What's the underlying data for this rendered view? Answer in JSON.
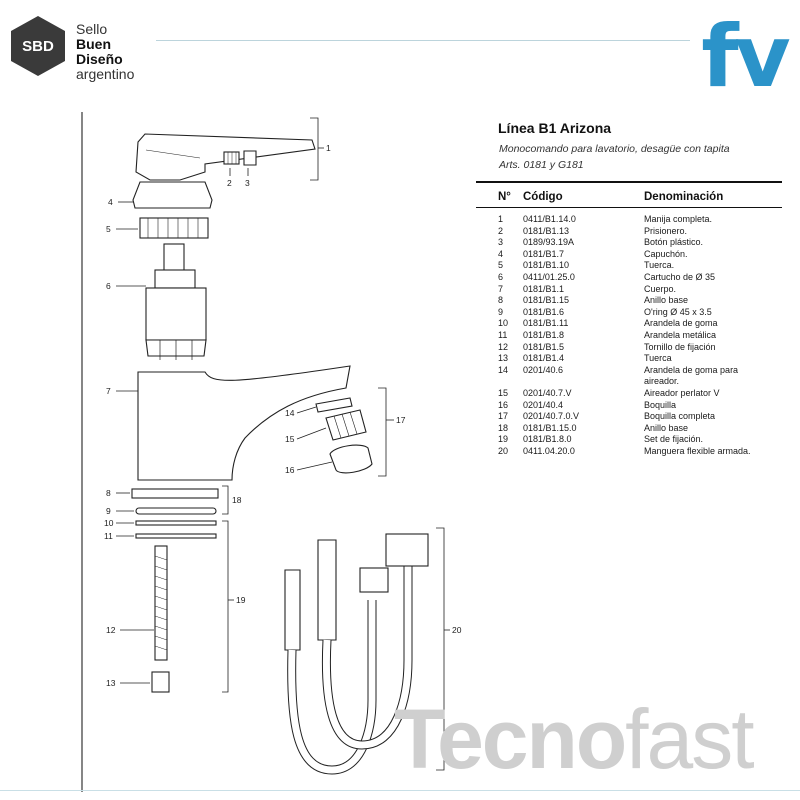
{
  "header": {
    "badge_text": "SBD",
    "sello_lines": [
      "Sello",
      "Buen",
      "Diseño",
      "argentino"
    ],
    "brand_logo_text": "fv"
  },
  "title": "Línea B1 Arizona",
  "subtitle": [
    "Monocomando para lavatorio, desagüe con tapita",
    "Arts. 0181 y G181"
  ],
  "table": {
    "headers": [
      "N°",
      "Código",
      "Denominación"
    ],
    "rows": [
      {
        "num": "1",
        "code": "0411/B1.14.0",
        "name": "Manija completa."
      },
      {
        "num": "2",
        "code": "0181/B1.13",
        "name": "Prisionero."
      },
      {
        "num": "3",
        "code": "0189/93.19A",
        "name": "Botón plástico."
      },
      {
        "num": "4",
        "code": "0181/B1.7",
        "name": "Capuchón."
      },
      {
        "num": "5",
        "code": "0181/B1.10",
        "name": "Tuerca."
      },
      {
        "num": "6",
        "code": "0411/01.25.0",
        "name": "Cartucho de Ø 35"
      },
      {
        "num": "7",
        "code": "0181/B1.1",
        "name": "Cuerpo."
      },
      {
        "num": "8",
        "code": "0181/B1.15",
        "name": "Anillo base"
      },
      {
        "num": "9",
        "code": "0181/B1.6",
        "name": "O'ring Ø 45 x 3.5"
      },
      {
        "num": "10",
        "code": "0181/B1.11",
        "name": "Arandela de goma"
      },
      {
        "num": "11",
        "code": "0181/B1.8",
        "name": "Arandela metálica"
      },
      {
        "num": "12",
        "code": "0181/B1.5",
        "name": "Tornillo de fijación"
      },
      {
        "num": "13",
        "code": "0181/B1.4",
        "name": "Tuerca"
      },
      {
        "num": "14",
        "code": "0201/40.6",
        "name": "Arandela de goma para aireador."
      },
      {
        "num": "15",
        "code": "0201/40.7.V",
        "name": "Aireador perlator V"
      },
      {
        "num": "16",
        "code": "0201/40.4",
        "name": "Boquilla"
      },
      {
        "num": "17",
        "code": "0201/40.7.0.V",
        "name": "Boquilla completa"
      },
      {
        "num": "18",
        "code": "0181/B1.15.0",
        "name": "Anillo base"
      },
      {
        "num": "19",
        "code": "0181/B1.8.0",
        "name": "Set de fijación."
      },
      {
        "num": "20",
        "code": "0411.04.20.0",
        "name": "Manguera flexible armada."
      }
    ]
  },
  "callouts": [
    "1",
    "2",
    "3",
    "4",
    "5",
    "6",
    "7",
    "8",
    "9",
    "10",
    "11",
    "12",
    "13",
    "14",
    "15",
    "16",
    "17",
    "18",
    "19",
    "20"
  ],
  "watermark": {
    "part1": "Tecno",
    "part2": "fast"
  },
  "colors": {
    "brand_blue": "#2b93c9",
    "badge_dark": "#3a3a3a",
    "watermark_gray": "#cfcfcf",
    "line": "#222222"
  }
}
